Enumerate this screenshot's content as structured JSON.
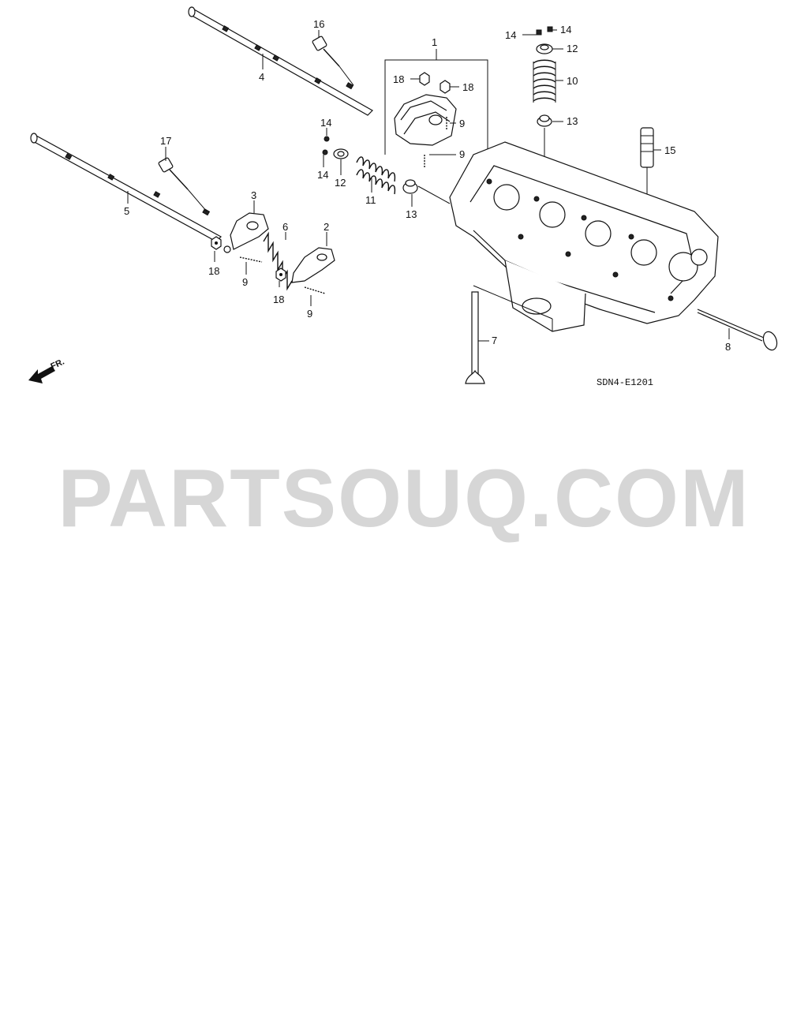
{
  "diagram": {
    "callouts": [
      "1",
      "2",
      "3",
      "4",
      "5",
      "6",
      "7",
      "8",
      "9",
      "10",
      "11",
      "12",
      "13",
      "14",
      "15",
      "16",
      "17",
      "18"
    ],
    "drawing_code": "SDN4-E1201",
    "direction_label": "FR."
  },
  "watermark": "PARTSOUQ.COM"
}
